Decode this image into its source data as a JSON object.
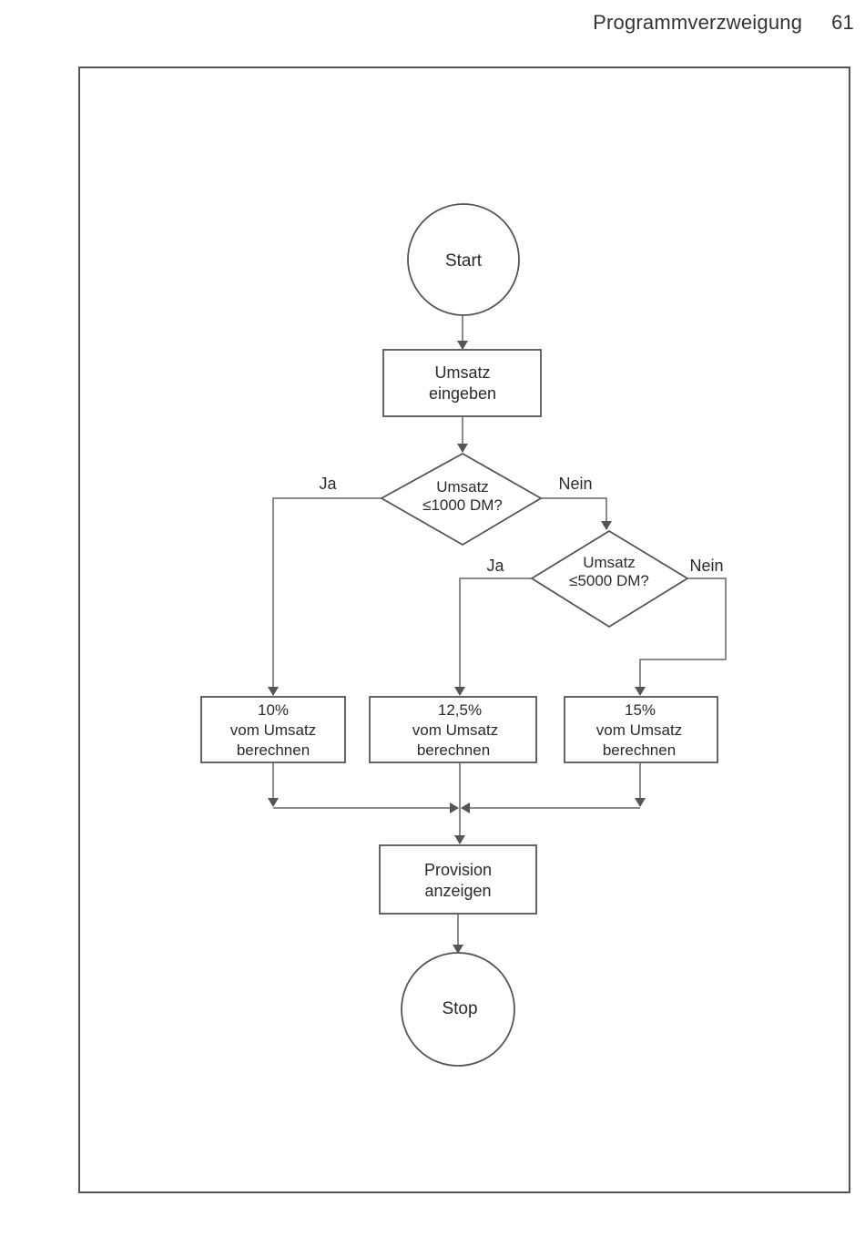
{
  "header": {
    "title": "Programmverzweigung",
    "page_number": "61"
  },
  "flowchart": {
    "start": "Start",
    "input": [
      "Umsatz",
      "eingeben"
    ],
    "decision1": [
      "Umsatz",
      "≤1000 DM?"
    ],
    "decision1_yes": "Ja",
    "decision1_no": "Nein",
    "decision2": [
      "Umsatz",
      "≤5000 DM?"
    ],
    "decision2_yes": "Ja",
    "decision2_no": "Nein",
    "calc10": [
      "10%",
      "vom Umsatz",
      "berechnen"
    ],
    "calc125": [
      "12,5%",
      "vom Umsatz",
      "berechnen"
    ],
    "calc15": [
      "15%",
      "vom Umsatz",
      "berechnen"
    ],
    "output": [
      "Provision",
      "anzeigen"
    ],
    "stop": "Stop"
  }
}
